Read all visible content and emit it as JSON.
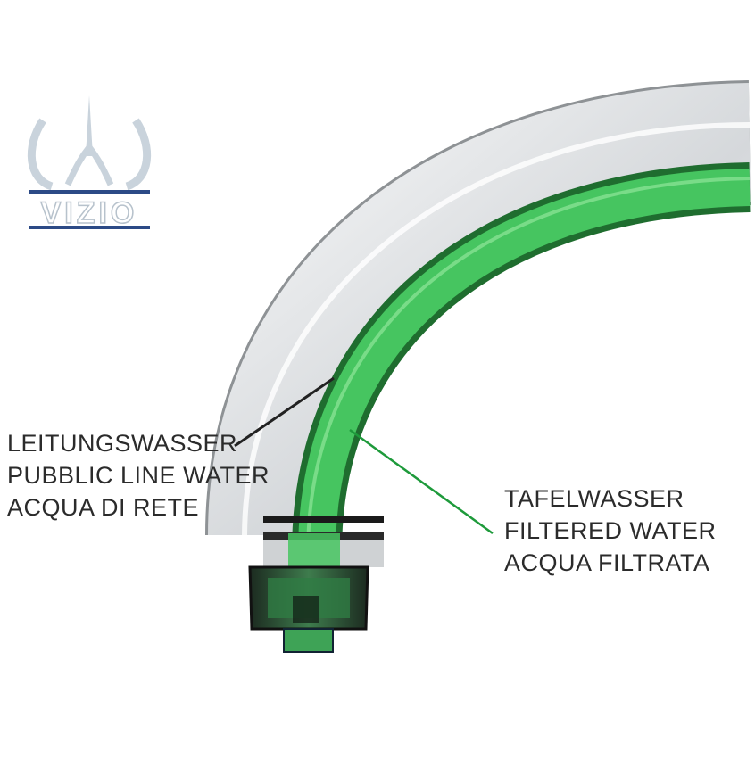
{
  "logo": {
    "text": "VIZIO",
    "colors": {
      "mark": "#c9d3dc",
      "bar": "#2c4a86"
    }
  },
  "labels": {
    "tap_water": [
      "LEITUNGSWASSER",
      "PUBBLIC LINE WATER",
      "ACQUA DI RETE"
    ],
    "filtered_water": [
      "TAFELWASSER",
      "FILTERED WATER",
      "ACQUA FILTRATA"
    ]
  },
  "colors": {
    "pointer_tap": "#222222",
    "pointer_filtered": "#1e9a3b",
    "green_channel": "#46c560",
    "green_dark": "#1f6d2f",
    "chrome": "#d8dadc"
  },
  "icons": [
    "faucet-spout-icon",
    "aerator-icon"
  ]
}
